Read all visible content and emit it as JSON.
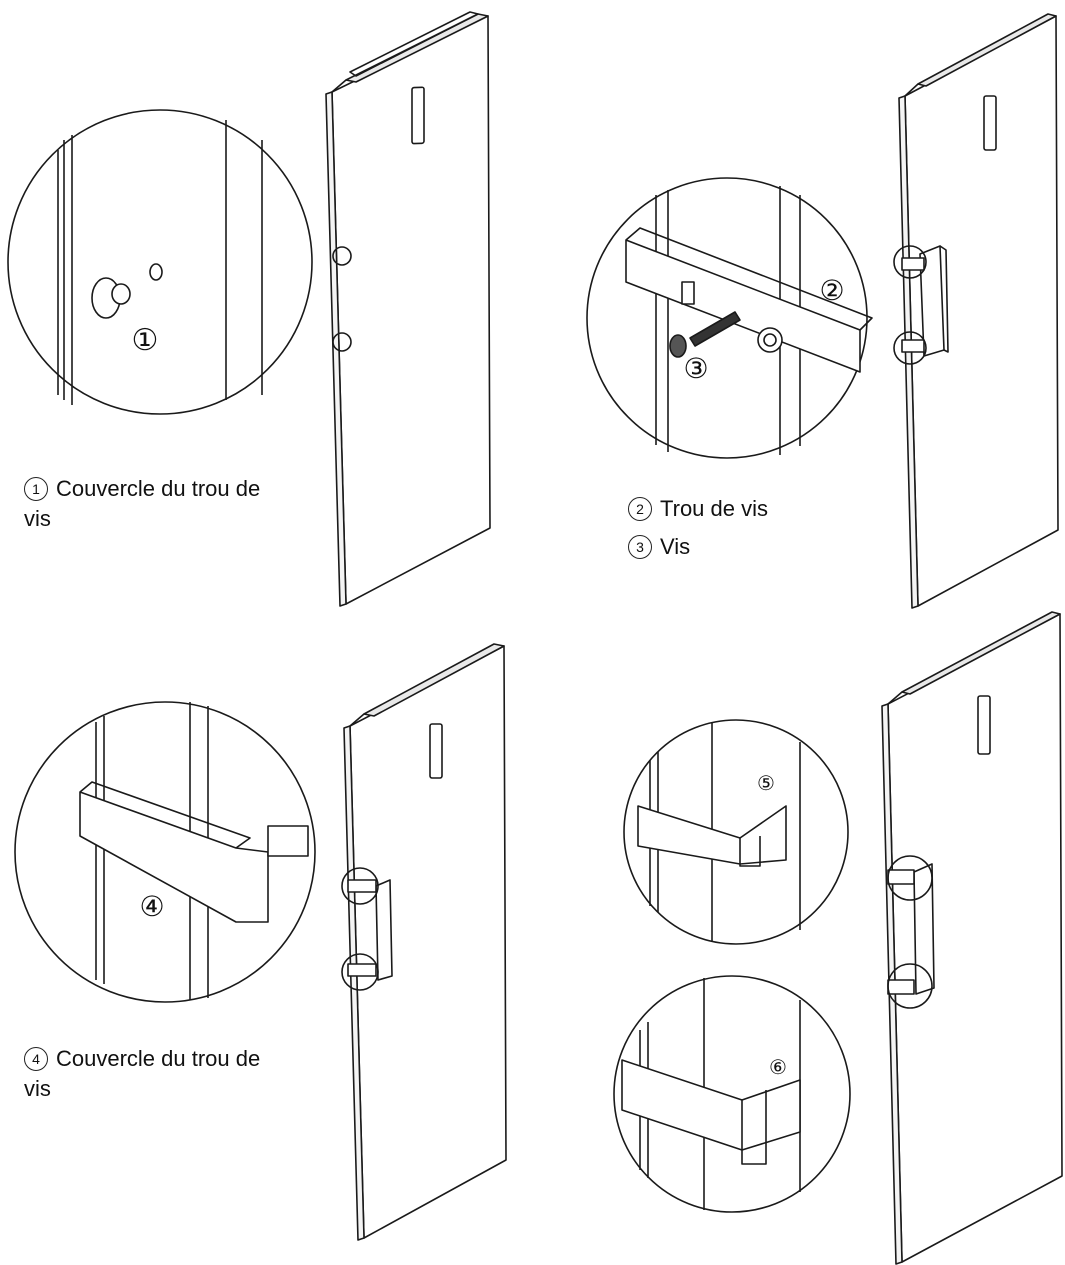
{
  "callouts": {
    "c1": "①",
    "c2": "②",
    "c3": "③",
    "c4": "④",
    "c5": "⑤",
    "c6": "⑥"
  },
  "captions": {
    "step1": {
      "num": "1",
      "line1": "Couvercle du trou de",
      "line2": "vis"
    },
    "step2": {
      "num": "2",
      "text": "Trou de vis"
    },
    "step3": {
      "num": "3",
      "text": "Vis"
    },
    "step4": {
      "num": "4",
      "line1": "Couvercle du trou de",
      "line2": "vis"
    }
  },
  "colors": {
    "line": "#1a1a1a",
    "background": "#ffffff",
    "shade": "#e9e9e9"
  }
}
